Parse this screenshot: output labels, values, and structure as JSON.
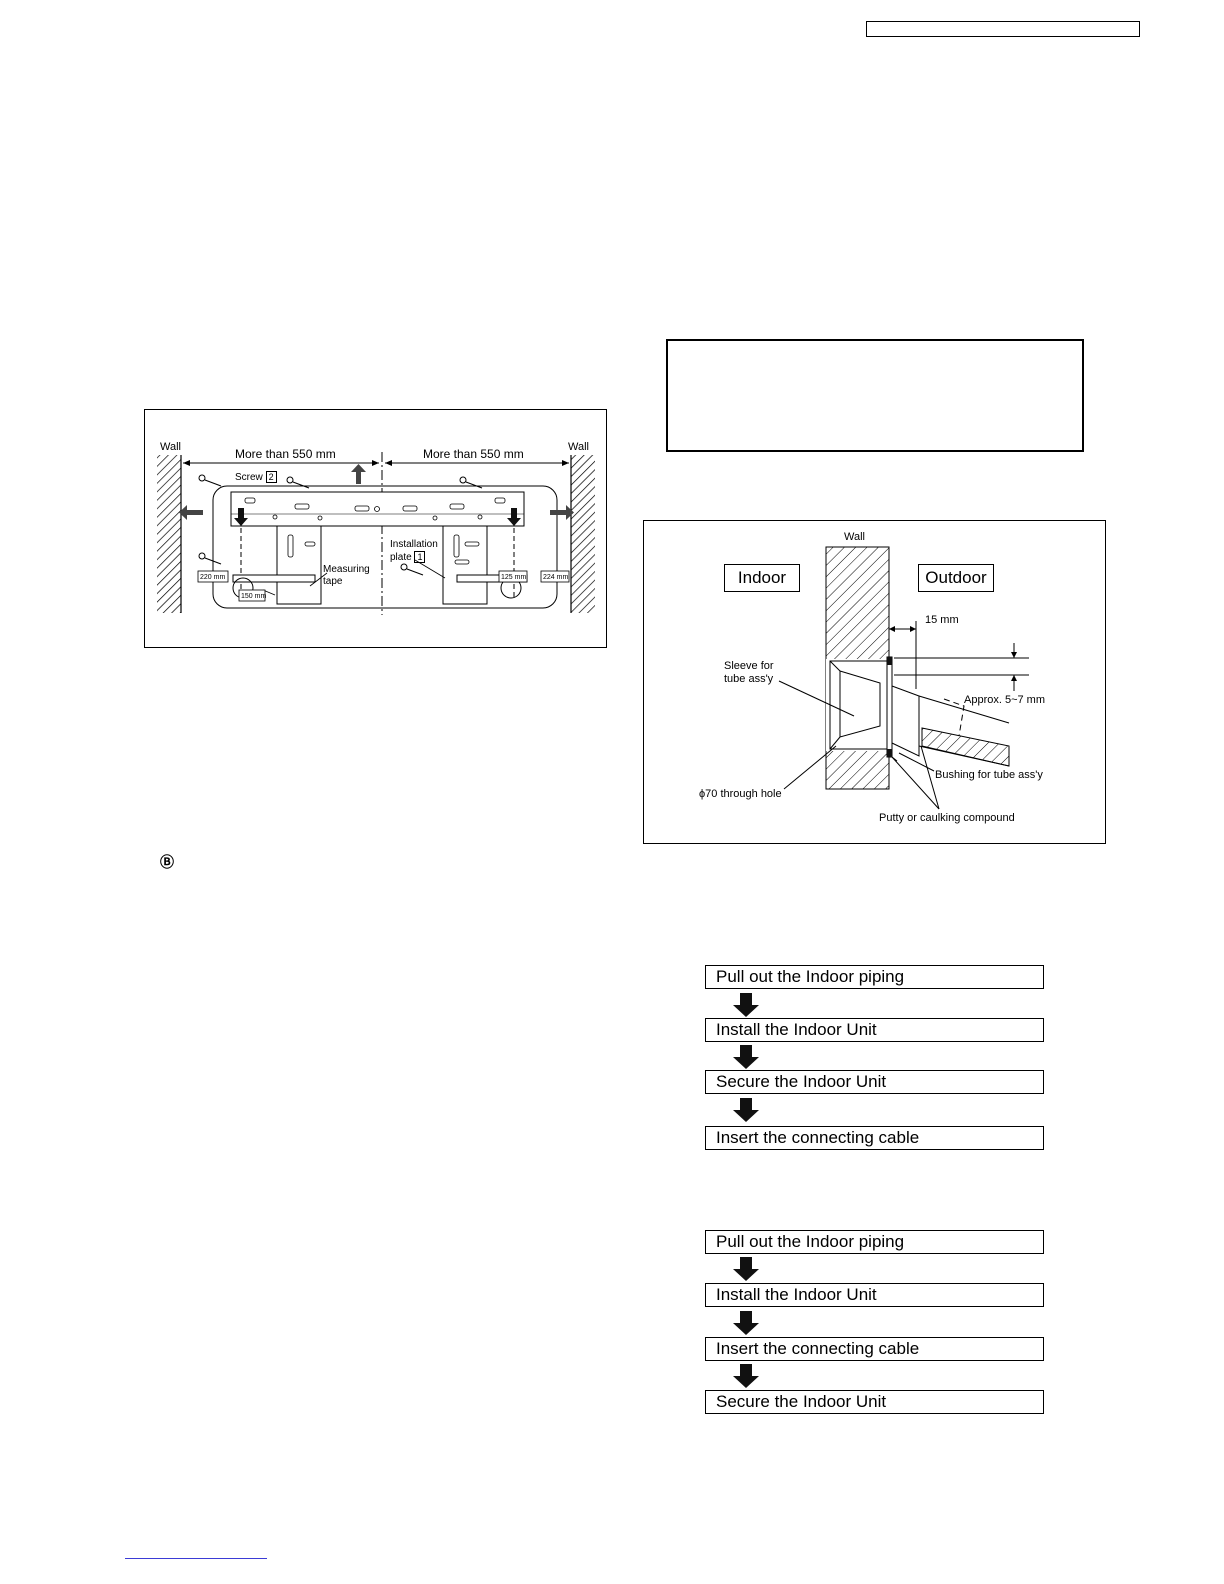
{
  "fig_plate": {
    "wall_left": "Wall",
    "wall_right": "Wall",
    "dim_left": "More than 550 mm",
    "dim_right": "More than 550 mm",
    "screw_label": "Screw",
    "screw_num": "2",
    "install_line1": "Installation",
    "install_line2": "plate",
    "install_num": "1",
    "measure_line1": "Measuring",
    "measure_line2": "tape",
    "tag_220": "220 mm",
    "tag_150": "150 mm",
    "tag_125": "125 mm",
    "tag_224": "224 mm"
  },
  "marker_b": "Ⓑ",
  "fig_wall": {
    "wall": "Wall",
    "indoor": "Indoor",
    "outdoor": "Outdoor",
    "dim_15": "15 mm",
    "sleeve_line1": "Sleeve for",
    "sleeve_line2": "tube ass'y",
    "approx": "Approx. 5~7 mm",
    "bushing": "Bushing for tube ass'y",
    "hole": "ϕ70 through hole",
    "putty": "Putty or caulking compound"
  },
  "flow1": [
    "Pull out the Indoor piping",
    "Install the Indoor Unit",
    "Secure the Indoor Unit",
    "Insert the connecting cable"
  ],
  "flow2": [
    "Pull out the Indoor piping",
    "Install the Indoor Unit",
    "Insert the connecting cable",
    "Secure the Indoor Unit"
  ]
}
